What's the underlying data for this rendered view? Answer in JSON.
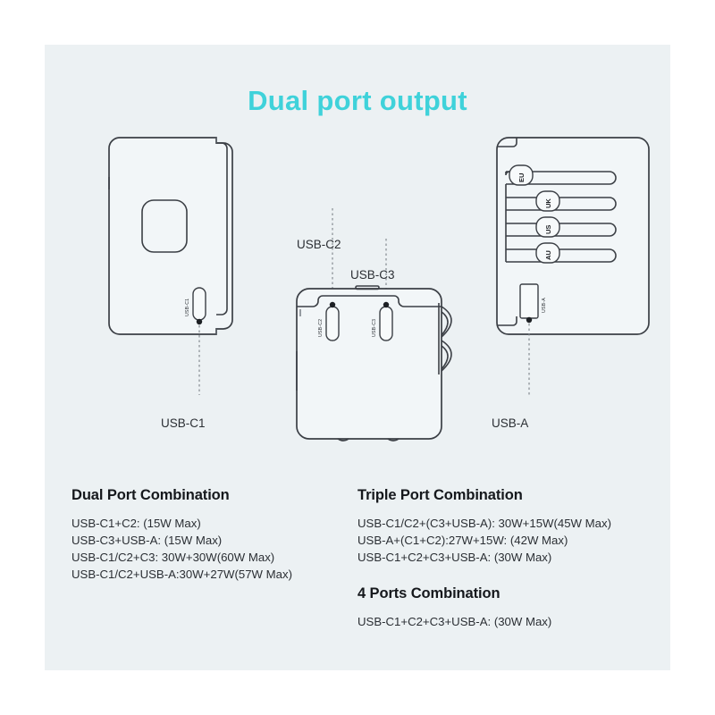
{
  "page": {
    "title": "Dual port output",
    "accent_color": "#3fd2da",
    "panel_color": "#ecf1f3",
    "text_color": "#2b2f34"
  },
  "devices": [
    {
      "id": "left",
      "view_name": "side-view-usb-c1",
      "ports": [
        {
          "name": "USB-C1",
          "micro_label": "USB-C1",
          "orientation": "vertical"
        }
      ],
      "callout": "USB-C1"
    },
    {
      "id": "middle",
      "view_name": "top-view-usb-c2-c3",
      "ports": [
        {
          "name": "USB-C2",
          "micro_label": "USB-C2",
          "orientation": "vertical"
        },
        {
          "name": "USB-C3",
          "micro_label": "USB-C3",
          "orientation": "vertical"
        }
      ],
      "callouts": [
        "USB-C2",
        "USB-C3"
      ]
    },
    {
      "id": "right",
      "view_name": "front-view-usb-a-plug-sliders",
      "plug_sliders": [
        "EU",
        "UK",
        "US",
        "AU"
      ],
      "ports": [
        {
          "name": "USB-A",
          "micro_label": "USB-A",
          "orientation": "vertical"
        }
      ],
      "callout": "USB-A"
    }
  ],
  "specs": {
    "dual": {
      "heading": "Dual Port Combination",
      "lines": [
        "USB-C1+C2: (15W Max)",
        "USB-C3+USB-A: (15W Max)",
        "USB-C1/C2+C3: 30W+30W(60W Max)",
        "USB-C1/C2+USB-A:30W+27W(57W Max)"
      ]
    },
    "triple": {
      "heading": "Triple Port Combination",
      "lines": [
        "USB-C1/C2+(C3+USB-A): 30W+15W(45W Max)",
        "USB-A+(C1+C2):27W+15W: (42W Max)",
        "USB-C1+C2+C3+USB-A: (30W Max)"
      ]
    },
    "four": {
      "heading": "4 Ports Combination",
      "lines": [
        "USB-C1+C2+C3+USB-A: (30W Max)"
      ]
    }
  }
}
